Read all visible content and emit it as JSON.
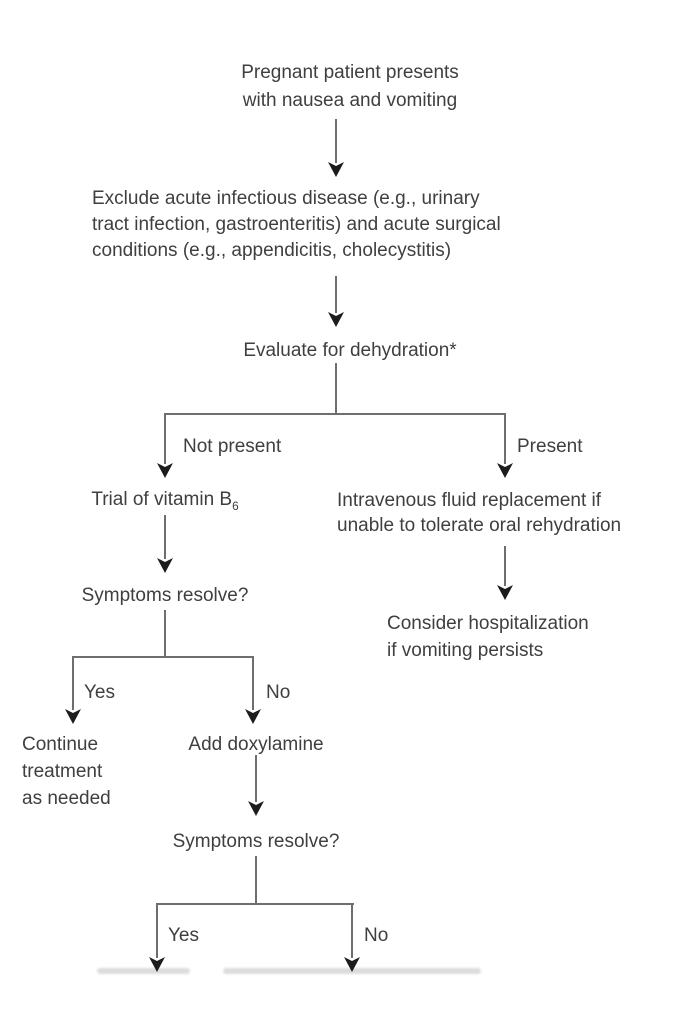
{
  "colors": {
    "background": "#ffffff",
    "text": "#3f3f3f",
    "line": "#6e6e6e",
    "arrowhead": "#1c1c1c",
    "cropped_remnant": "#d6d6d6"
  },
  "nodes": {
    "start": {
      "lines": [
        "Pregnant patient presents",
        "with nausea and vomiting"
      ]
    },
    "exclude": {
      "lines": [
        "Exclude acute infectious disease (e.g., urinary",
        "tract infection, gastroenteritis) and acute surgical",
        "conditions (e.g., appendicitis, cholecystitis)"
      ]
    },
    "evaluate": {
      "label": "Evaluate for dehydration*"
    },
    "dehydration_branch": {
      "left": "Not present",
      "right": "Present"
    },
    "trial_b6": {
      "text": "Trial of vitamin B",
      "sub": "6"
    },
    "iv_fluid": {
      "lines": [
        "Intravenous fluid replacement if",
        "unable to tolerate oral rehydration"
      ]
    },
    "hospitalization": {
      "lines": [
        "Consider hospitalization",
        "if vomiting persists"
      ]
    },
    "symptoms1": {
      "label": "Symptoms resolve?"
    },
    "symptoms1_branch": {
      "left": "Yes",
      "right": "No"
    },
    "continue_treatment": {
      "lines": [
        "Continue",
        "treatment",
        "as needed"
      ]
    },
    "add_doxylamine": {
      "label": "Add doxylamine"
    },
    "symptoms2": {
      "label": "Symptoms resolve?"
    },
    "symptoms2_branch": {
      "left": "Yes",
      "right": "No"
    }
  }
}
